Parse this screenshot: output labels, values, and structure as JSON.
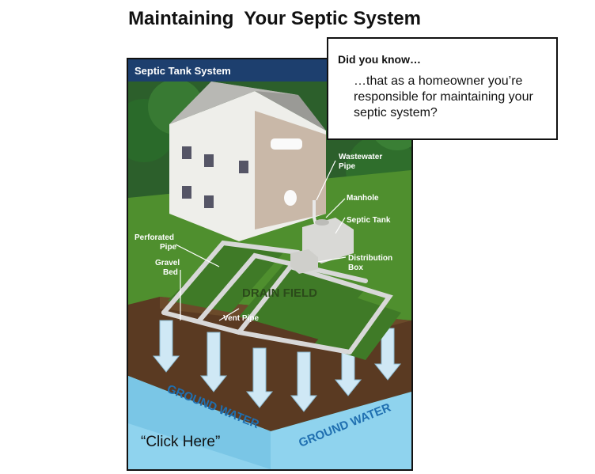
{
  "page": {
    "title": "Maintaining  Your Septic System",
    "click_here": "“Click Here”"
  },
  "callout": {
    "heading": "Did you know…",
    "text": "…that as a homeowner you’re responsible for maintaining your septic system?"
  },
  "diagram": {
    "header": "Septic Tank System",
    "labels": {
      "wastewater_1": "Wastewater",
      "wastewater_2": "Pipe",
      "manhole": "Manhole",
      "septic_tank": "Septic Tank",
      "distribution_1": "Distribution",
      "distribution_2": "Box",
      "perforated_1": "Perforated",
      "perforated_2": "Pipe",
      "gravel_1": "Gravel",
      "gravel_2": "Bed",
      "drain_field": "DRAIN FIELD",
      "vent_pipe": "Vent Pipe",
      "ground_water_left": "GROUND WATER",
      "ground_water_right": "GROUND WATER"
    },
    "colors": {
      "header_bg": "#1d3f6e",
      "grass": "#4f8f2e",
      "soil": "#5a3a22",
      "water": "#8fd3ee",
      "house": "#eeeeea",
      "roof": "#9a9a96"
    }
  }
}
